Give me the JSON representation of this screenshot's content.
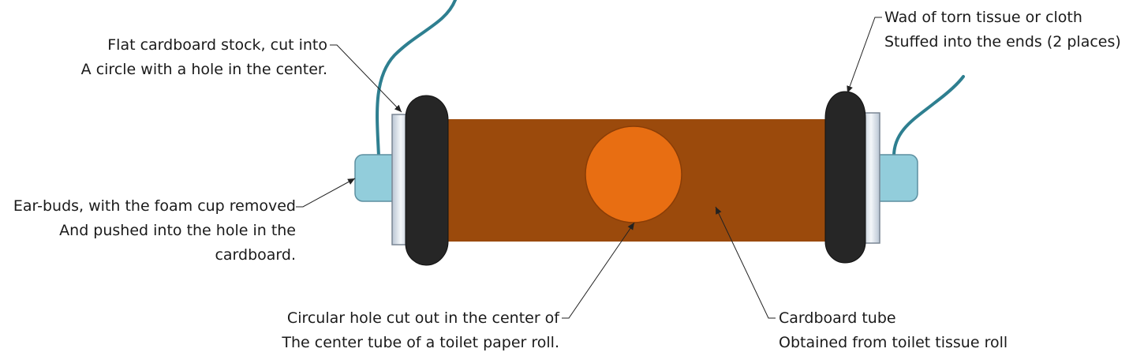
{
  "labels": {
    "cardboard_disc": {
      "line1": "Flat cardboard stock, cut into",
      "line2": "A circle with a hole in the center."
    },
    "ear_buds": {
      "line1": "Ear-buds, with the foam cup removed",
      "line2": "And pushed into the hole in the",
      "line3": "cardboard."
    },
    "tissue_wad": {
      "line1": "Wad of torn tissue or cloth",
      "line2": "Stuffed into the ends (2 places)"
    },
    "center_hole": {
      "line1": "Circular hole cut out in the center of",
      "line2": "The center tube of a toilet paper roll."
    },
    "cardboard_tube": {
      "line1": "Cardboard tube",
      "line2": "Obtained from toilet tissue roll"
    }
  },
  "colors": {
    "tube": "#9b4a0c",
    "hole": "#e86e12",
    "tissue": "#262626",
    "disc": "#c7d2de",
    "earbud": "#92cddb",
    "wire": "#2e7f90",
    "leader": "#222222"
  }
}
